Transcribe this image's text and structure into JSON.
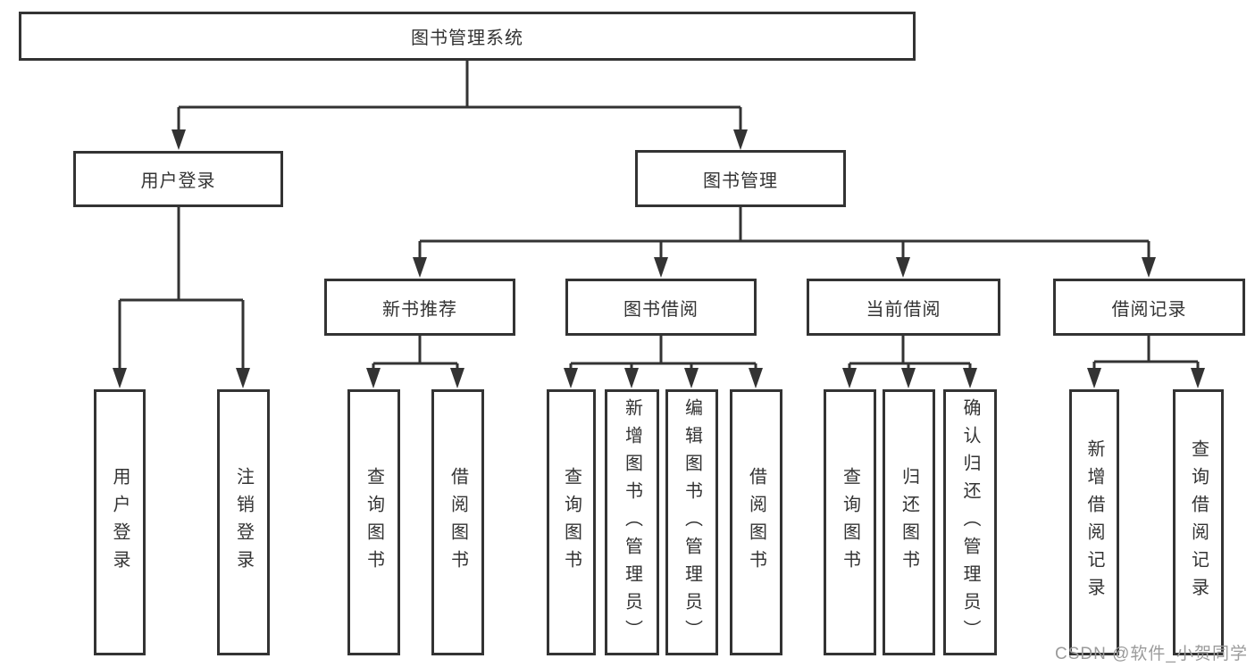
{
  "tree": {
    "root": {
      "label": "图书管理系统"
    },
    "level2": [
      {
        "label": "用户登录"
      },
      {
        "label": "图书管理"
      }
    ],
    "level3": [
      {
        "label": "新书推荐",
        "parent": "图书管理"
      },
      {
        "label": "图书借阅",
        "parent": "图书管理"
      },
      {
        "label": "当前借阅",
        "parent": "图书管理"
      },
      {
        "label": "借阅记录",
        "parent": "图书管理"
      }
    ],
    "leaves": [
      {
        "label": "用户登录",
        "parent": "用户登录"
      },
      {
        "label": "注销登录",
        "parent": "用户登录"
      },
      {
        "label": "查询图书",
        "parent": "新书推荐"
      },
      {
        "label": "借阅图书",
        "parent": "新书推荐"
      },
      {
        "label": "查询图书",
        "parent": "图书借阅"
      },
      {
        "label": "新增图书（管理员）",
        "parent": "图书借阅"
      },
      {
        "label": "编辑图书（管理员）",
        "parent": "图书借阅"
      },
      {
        "label": "借阅图书",
        "parent": "图书借阅"
      },
      {
        "label": "查询图书",
        "parent": "当前借阅"
      },
      {
        "label": "归还图书",
        "parent": "当前借阅"
      },
      {
        "label": "确认归还（管理员）",
        "parent": "当前借阅"
      },
      {
        "label": "新增借阅记录",
        "parent": "借阅记录"
      },
      {
        "label": "查询借阅记录",
        "parent": "借阅记录"
      }
    ]
  },
  "watermark": {
    "text": "CSDN @软件_小贺同学"
  },
  "colors": {
    "line": "#333333",
    "border": "#333333",
    "text": "#333333",
    "watermark": "#9b9b9b",
    "background": "#ffffff"
  }
}
